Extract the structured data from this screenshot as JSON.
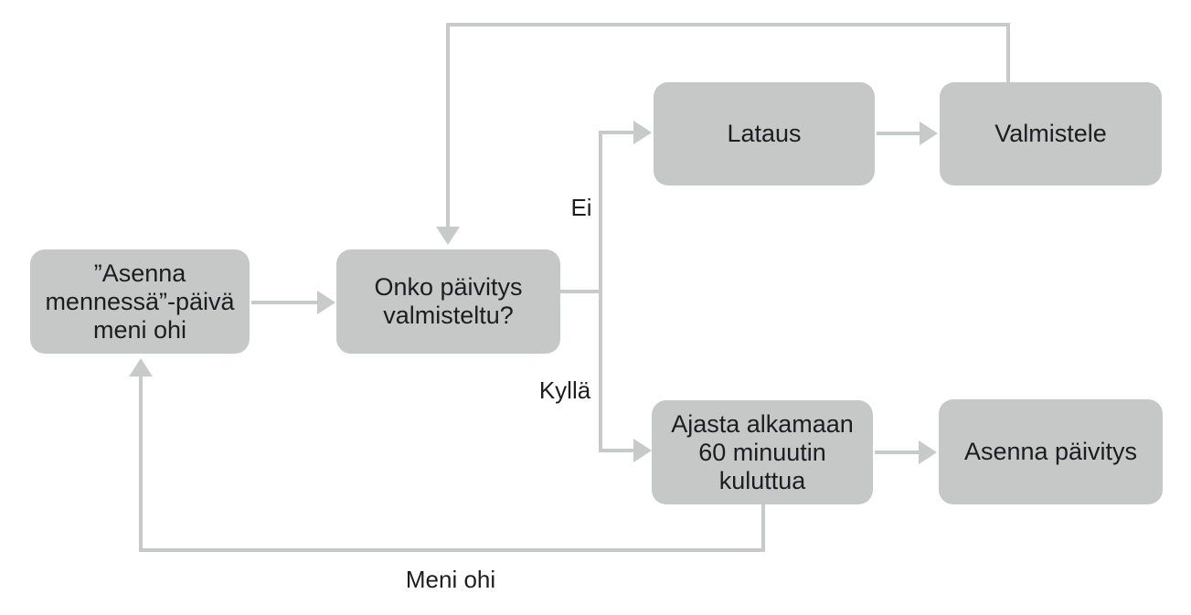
{
  "nodes": {
    "deadline_passed": {
      "label": [
        "”Asenna",
        "mennessä”-päivä",
        "meni ohi"
      ]
    },
    "update_prepared": {
      "label": [
        "Onko päivitys",
        "valmisteltu?"
      ]
    },
    "download": {
      "label": "Lataus"
    },
    "prepare": {
      "label": "Valmistele"
    },
    "schedule": {
      "label": [
        "Ajasta alkamaan",
        "60 minuutin",
        "kuluttua"
      ]
    },
    "install": {
      "label": "Asenna päivitys"
    }
  },
  "edge_labels": {
    "no": "Ei",
    "yes": "Kyllä",
    "passed": "Meni ohi"
  },
  "colors": {
    "node_fill": "#c6c7c7",
    "line": "#c8c9c9",
    "text": "#1d1d1f",
    "background": "#ffffff"
  }
}
